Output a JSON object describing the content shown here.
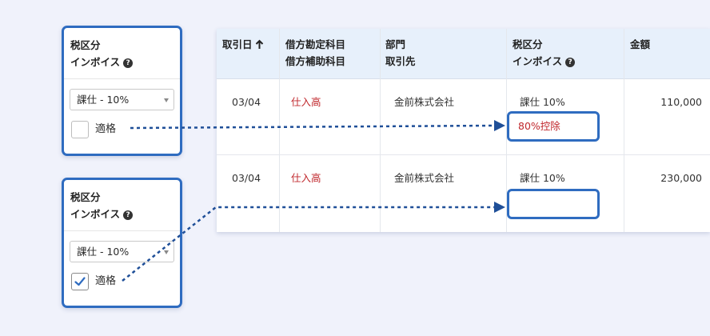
{
  "filter_panels": [
    {
      "heading_line1": "税区分",
      "heading_line2": "インボイス",
      "help_glyph": "?",
      "select_value": "課仕 - 10%",
      "checkbox_checked": false,
      "checkbox_label": "適格"
    },
    {
      "heading_line1": "税区分",
      "heading_line2": "インボイス",
      "help_glyph": "?",
      "select_value": "課仕 - 10%",
      "checkbox_checked": true,
      "checkbox_label": "適格"
    }
  ],
  "table": {
    "headers": {
      "date": "取引日",
      "debit_line1": "借方勘定科目",
      "debit_line2": "借方補助科目",
      "dept_line1": "部門",
      "dept_line2": "取引先",
      "tax_line1": "税区分",
      "tax_line2": "インボイス",
      "tax_help": "?",
      "amount": "金額"
    },
    "rows": [
      {
        "date": "03/04",
        "account": "仕入高",
        "partner": "金前株式会社",
        "tax": "課仕 10%",
        "invoice": "80%控除",
        "amount": "110,000"
      },
      {
        "date": "03/04",
        "account": "仕入高",
        "partner": "金前株式会社",
        "tax": "課仕 10%",
        "invoice": "",
        "amount": "230,000"
      }
    ]
  },
  "colors": {
    "accent": "#2f6cc0",
    "connector": "#1f4f98",
    "account_text": "#c0282d",
    "header_bg": "#e7f0fb",
    "page_bg": "#f0f2fb"
  },
  "icons": {
    "sort": "arrow-up-icon",
    "help": "question-circle-icon",
    "select": "chevron-down-icon",
    "check": "checkmark-icon"
  }
}
